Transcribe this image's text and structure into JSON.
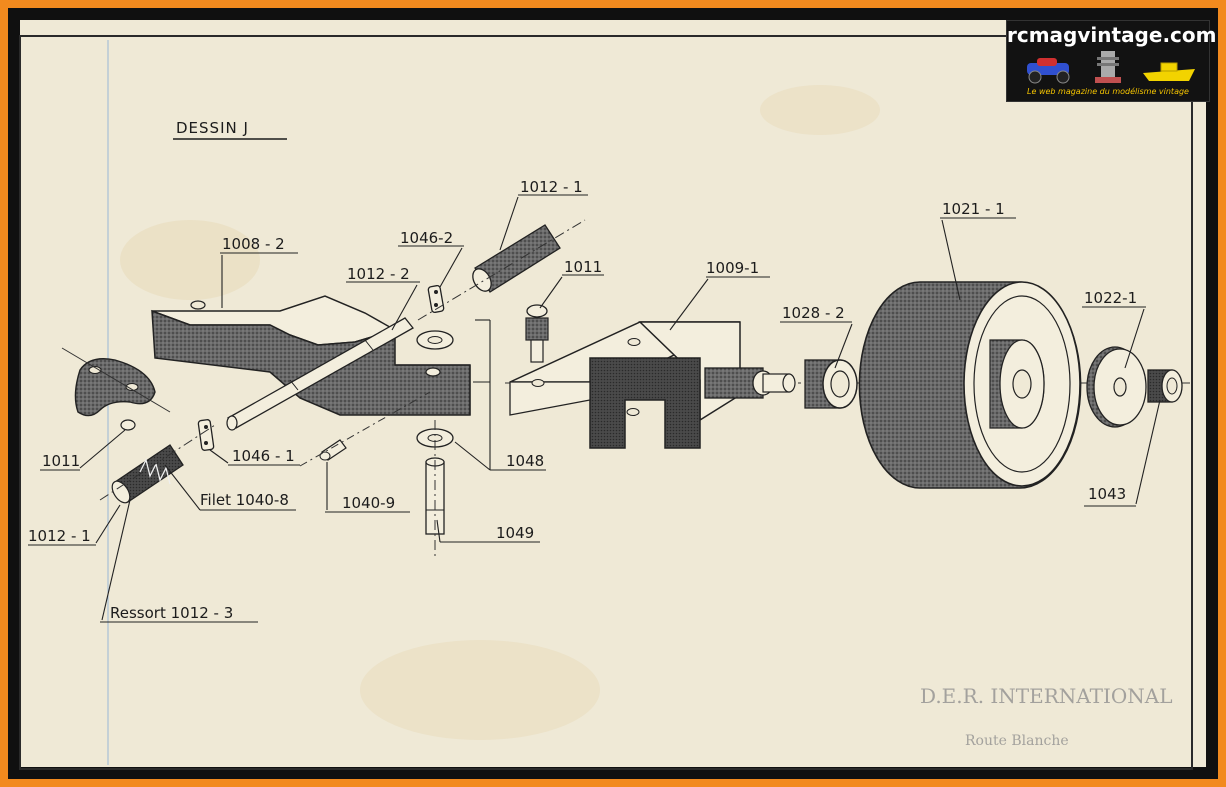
{
  "drawing_title": "DESSIN J",
  "watermark": {
    "site": "rcmagvintage.com",
    "tagline": "Le web magazine du modélisme vintage"
  },
  "labels": {
    "p1008_2": "1008 - 2",
    "p1012_2": "1012 - 2",
    "p1046_2": "1046-2",
    "p1012_1_top": "1012 - 1",
    "p1011_right": "1011",
    "p1009_1": "1009-1",
    "p1028_2": "1028 - 2",
    "p1021_1": "1021 - 1",
    "p1022_1": "1022-1",
    "p1043": "1043",
    "p1011_left": "1011",
    "p1046_1": "1046 - 1",
    "p1048": "1048",
    "p1040_8": "Filet 1040-8",
    "p1040_9": "1040-9",
    "p1049": "1049",
    "p1012_1_left": "1012 - 1",
    "p1012_3": "Ressort  1012 - 3"
  },
  "stamp": {
    "line1": "D.E.R. INTERNATIONAL",
    "line2": "Route Blanche"
  },
  "colors": {
    "paper": "#efe9d6",
    "ink": "#1c1c1c",
    "hatch": "#5a5a5a",
    "frame": "#f28a1e"
  }
}
